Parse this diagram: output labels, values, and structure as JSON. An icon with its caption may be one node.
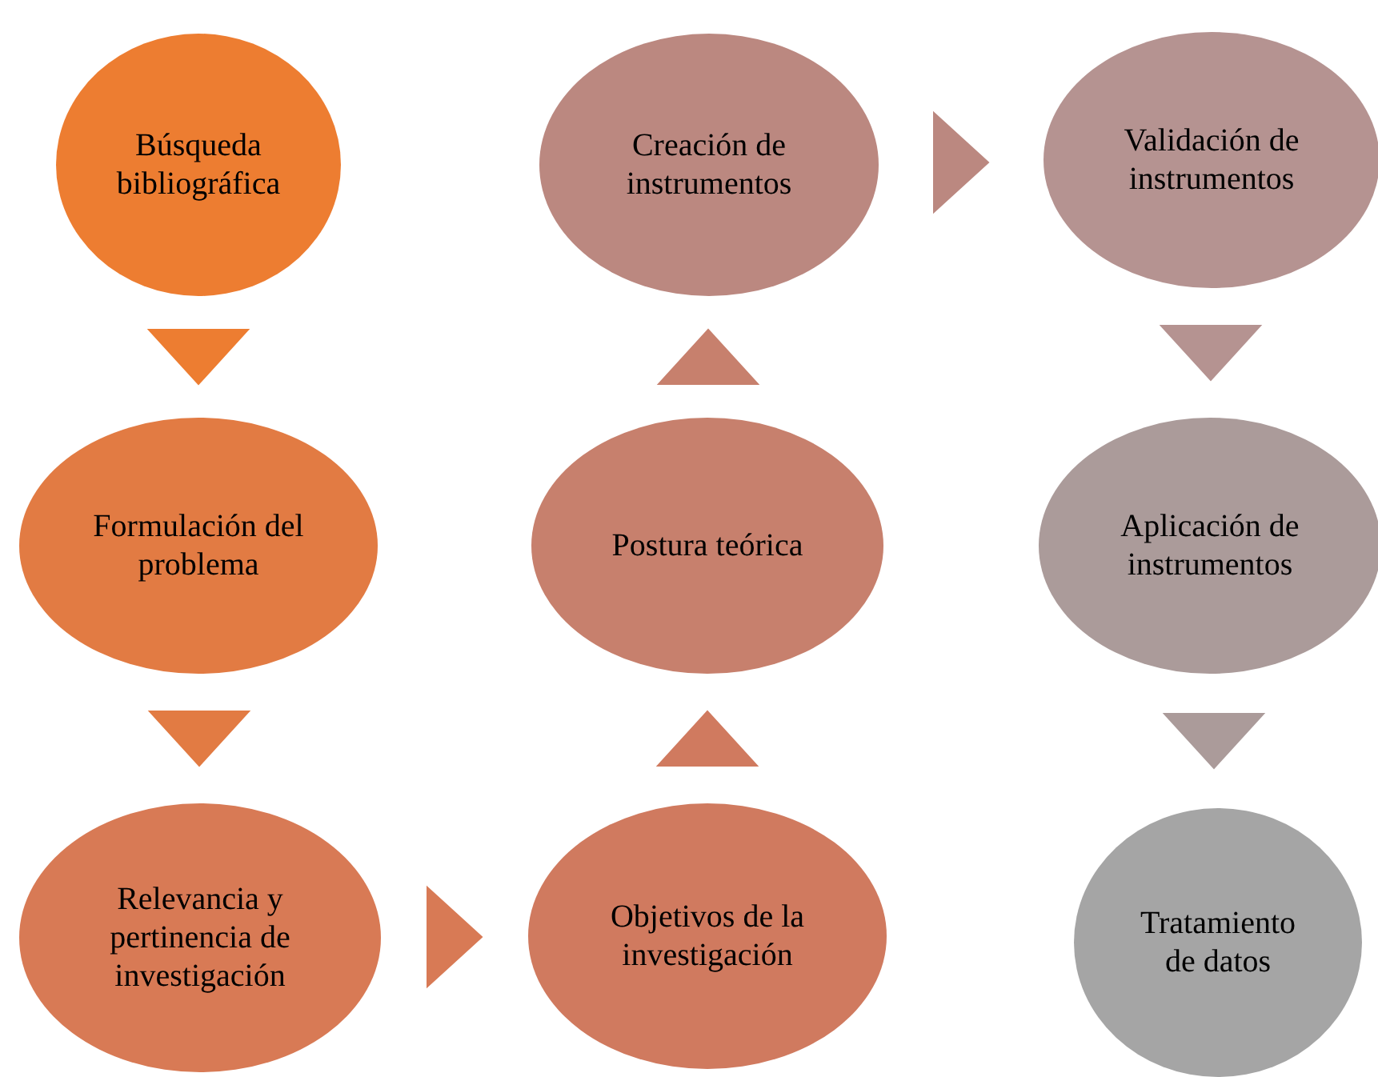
{
  "diagram": {
    "nodes": [
      {
        "text": [
          "Búsqueda bibliográfica"
        ]
      },
      {
        "text": [
          "Formulación del problema"
        ]
      },
      {
        "text": [
          "Relevancia y pertinencia de investigación"
        ]
      },
      {
        "text": [
          "Objetivos de la investigación"
        ]
      },
      {
        "text": [
          "Postura teórica"
        ]
      },
      {
        "text": [
          "Creación de instrumentos"
        ]
      },
      {
        "text": [
          "Validación de instrumentos"
        ]
      },
      {
        "text": [
          "Aplicación de instrumentos"
        ]
      },
      {
        "text": [
          "Tratamiento de datos"
        ]
      }
    ],
    "edges": [
      {
        "from": 0,
        "to": 1,
        "arrow": "to"
      },
      {
        "from": 1,
        "to": 2,
        "arrow": "to"
      },
      {
        "from": 2,
        "to": 3,
        "arrow": "to"
      },
      {
        "from": 3,
        "to": 4,
        "arrow": "to"
      },
      {
        "from": 4,
        "to": 5,
        "arrow": "to"
      },
      {
        "from": 5,
        "to": 6,
        "arrow": "to"
      },
      {
        "from": 6,
        "to": 7,
        "arrow": "to"
      },
      {
        "from": 7,
        "to": 8,
        "arrow": "to"
      }
    ]
  }
}
